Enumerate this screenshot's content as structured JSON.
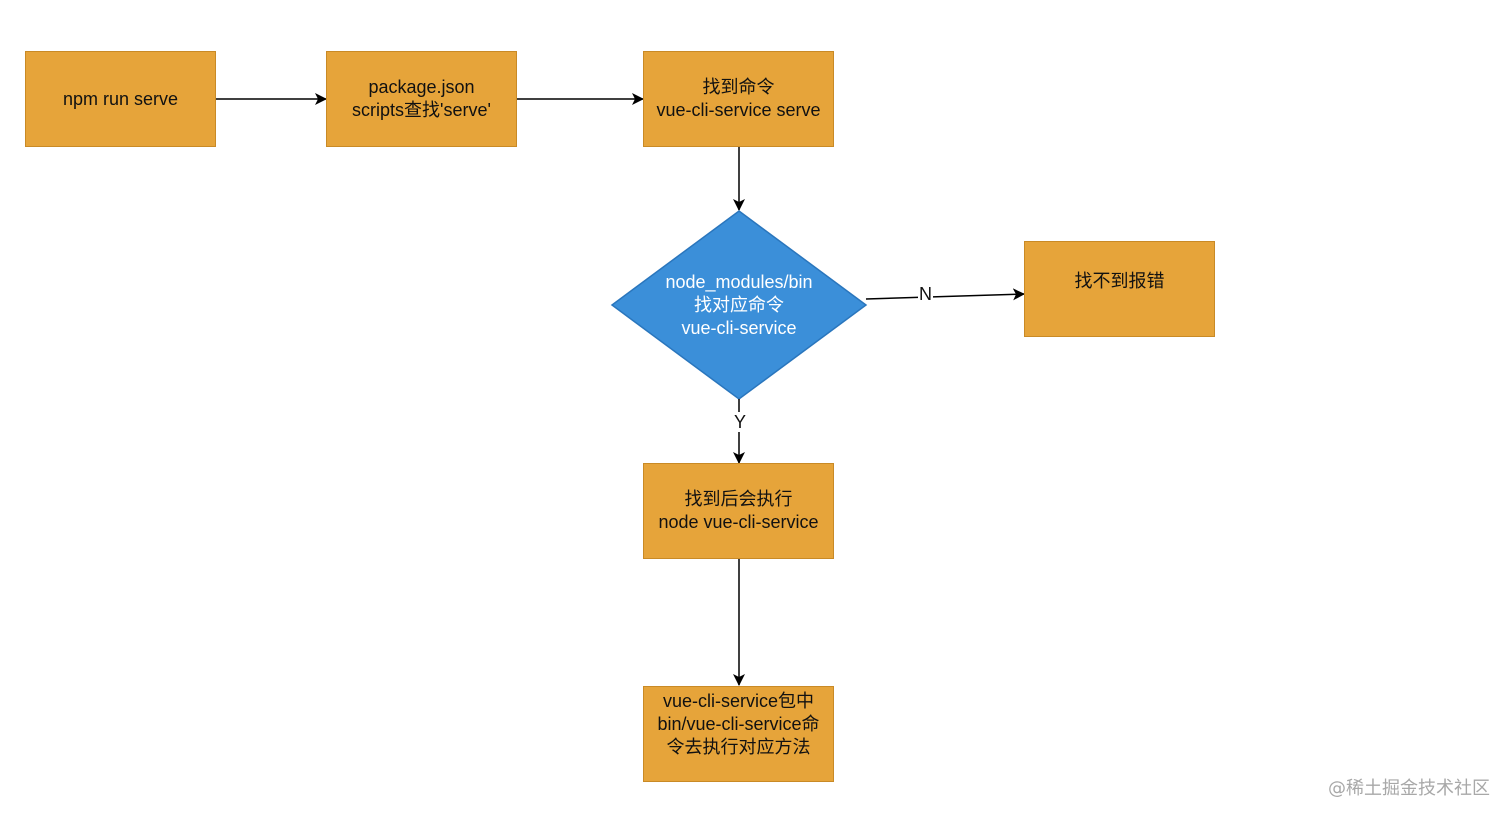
{
  "diagram": {
    "colors": {
      "process_fill": "#e6a43a",
      "process_border": "#c98a26",
      "decision_fill": "#3b8fd9",
      "decision_border": "#2a76bd",
      "edge": "#000000"
    },
    "nodes": {
      "npm_run": {
        "line1": "npm run serve"
      },
      "package_json": {
        "line1": "package.json",
        "line2": "scripts查找'serve'"
      },
      "find_command": {
        "line1": "找到命令",
        "line2": "vue-cli-service serve"
      },
      "decision": {
        "line1": "node_modules/bin",
        "line2": "找对应命令",
        "line3": "vue-cli-service"
      },
      "error": {
        "line1": "找不到报错"
      },
      "execute": {
        "line1": "找到后会执行",
        "line2": "node vue-cli-service"
      },
      "bin_exec": {
        "line1": "vue-cli-service包中",
        "line2": "bin/vue-cli-service命",
        "line3": "令去执行对应方法"
      }
    },
    "edge_labels": {
      "no": "N",
      "yes": "Y"
    }
  },
  "watermark": "@稀土掘金技术社区"
}
